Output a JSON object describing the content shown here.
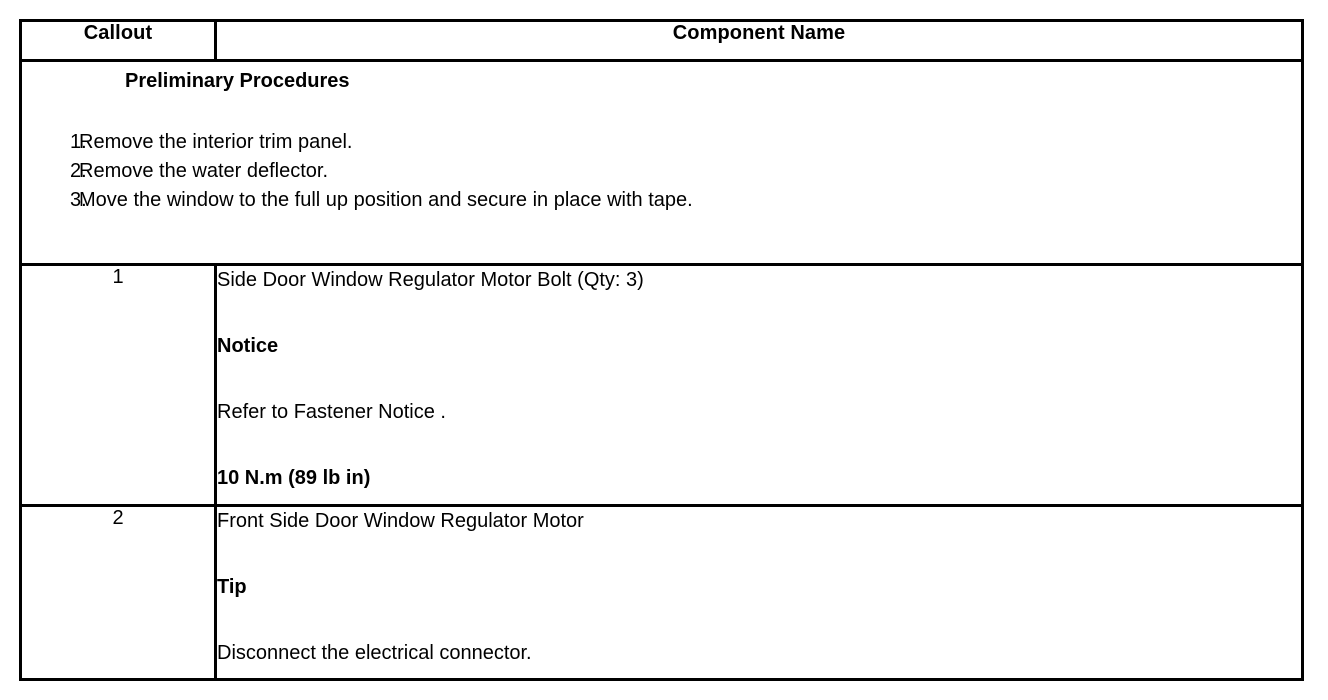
{
  "table": {
    "headers": {
      "callout": "Callout",
      "component_name": "Component Name"
    },
    "preliminary": {
      "title": "Preliminary Procedures",
      "steps": [
        {
          "number": "1.",
          "text": "Remove the interior trim panel."
        },
        {
          "number": "2.",
          "text": "Remove the water deflector."
        },
        {
          "number": "3.",
          "text": "Move the window to the full up position and secure in place with tape."
        }
      ]
    },
    "rows": [
      {
        "callout": "1",
        "name": "Side Door Window Regulator Motor Bolt (Qty: 3)",
        "notice_heading": "Notice",
        "notice_text": "Refer to Fastener Notice .",
        "torque": "10 N.m (89 lb in)"
      },
      {
        "callout": "2",
        "name": "Front Side Door Window Regulator Motor",
        "tip_heading": "Tip",
        "tip_text": "Disconnect the electrical connector."
      }
    ]
  },
  "colors": {
    "border": "#000000",
    "text": "#000000",
    "background": "#ffffff"
  }
}
